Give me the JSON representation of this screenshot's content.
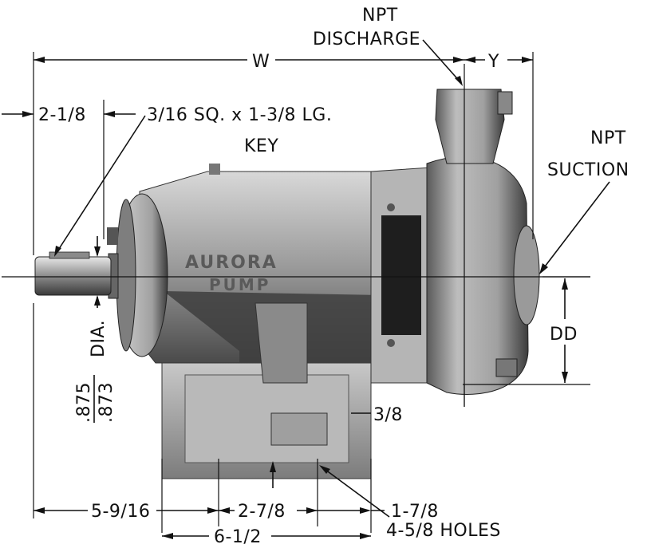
{
  "labels": {
    "npt_discharge_1": "NPT",
    "npt_discharge_2": "DISCHARGE",
    "w": "W",
    "y": "Y",
    "npt_suction_1": "NPT",
    "npt_suction_2": "SUCTION",
    "shaft_ext": "2-1/8",
    "key_1": "3/16 SQ. x 1-3/8 LG.",
    "key_2": "KEY",
    "dia_top": ".875",
    "dia_bottom": ".873",
    "dia_word": "DIA.",
    "dd": "DD",
    "gap_3_8": "3/8",
    "dim_5_9_16": "5-9/16",
    "dim_2_7_8": "2-7/8",
    "dim_1_7_8": "1-7/8",
    "dim_6_1_2": "6-1/2",
    "holes": "4-5/8 HOLES",
    "nameplate_1": "AURORA",
    "nameplate_2": "PUMP"
  }
}
